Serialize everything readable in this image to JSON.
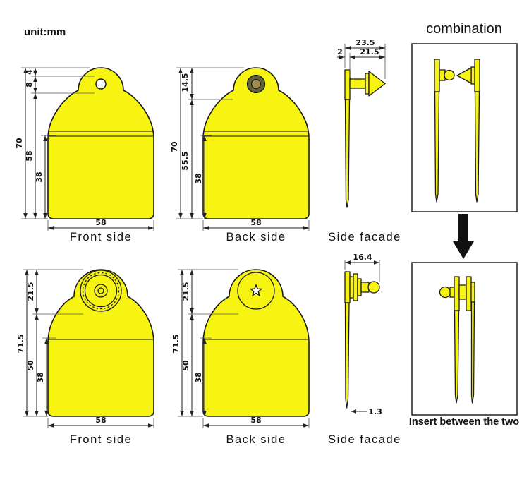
{
  "unit_label": "unit:mm",
  "combination": {
    "title": "combination",
    "caption": "Insert between the two"
  },
  "labels": {
    "front": "Front side",
    "back": "Back side",
    "side": "Side facade"
  },
  "dims": {
    "tf": {
      "total": "70",
      "gap": "4",
      "hole": "8",
      "mid": "58",
      "inner": "38",
      "width": "58"
    },
    "tb": {
      "total": "70",
      "neck": "14.5",
      "body": "55.5",
      "inner": "38",
      "width": "58"
    },
    "ts": {
      "w1": "23.5",
      "w2": "21.5",
      "w3": "2"
    },
    "bf": {
      "total": "71.5",
      "neck": "21.5",
      "body": "50",
      "inner": "38",
      "width": "58"
    },
    "bb": {
      "total": "71.5",
      "neck": "21.5",
      "body": "50",
      "inner": "38",
      "width": "58"
    },
    "bs": {
      "w": "16.4",
      "t": "1.3"
    }
  },
  "colors": {
    "tag": "#f7f412",
    "outline": "#1a1a1a",
    "brass_outer": "#62623a",
    "brass_inner": "#a08c50",
    "arrow_black": "#111111"
  }
}
